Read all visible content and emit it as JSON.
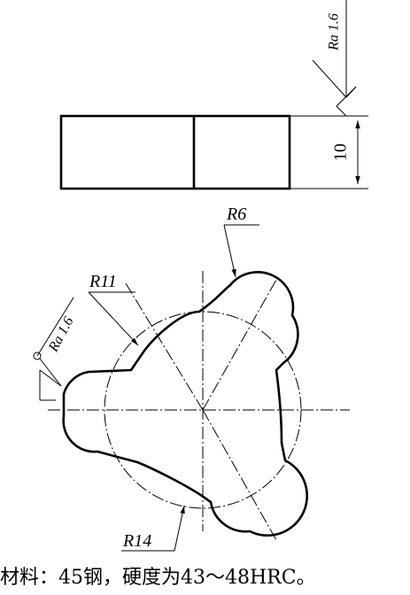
{
  "side_view": {
    "thickness_value": "10",
    "roughness_label": "Ra 1.6"
  },
  "top_view": {
    "lobe_radius_label": "R6",
    "inner_radius_label": "R11",
    "outer_radius_label": "R14",
    "roughness_label": "Ra 1.6"
  },
  "note": "材料：45钢，硬度为43～48HRC。"
}
